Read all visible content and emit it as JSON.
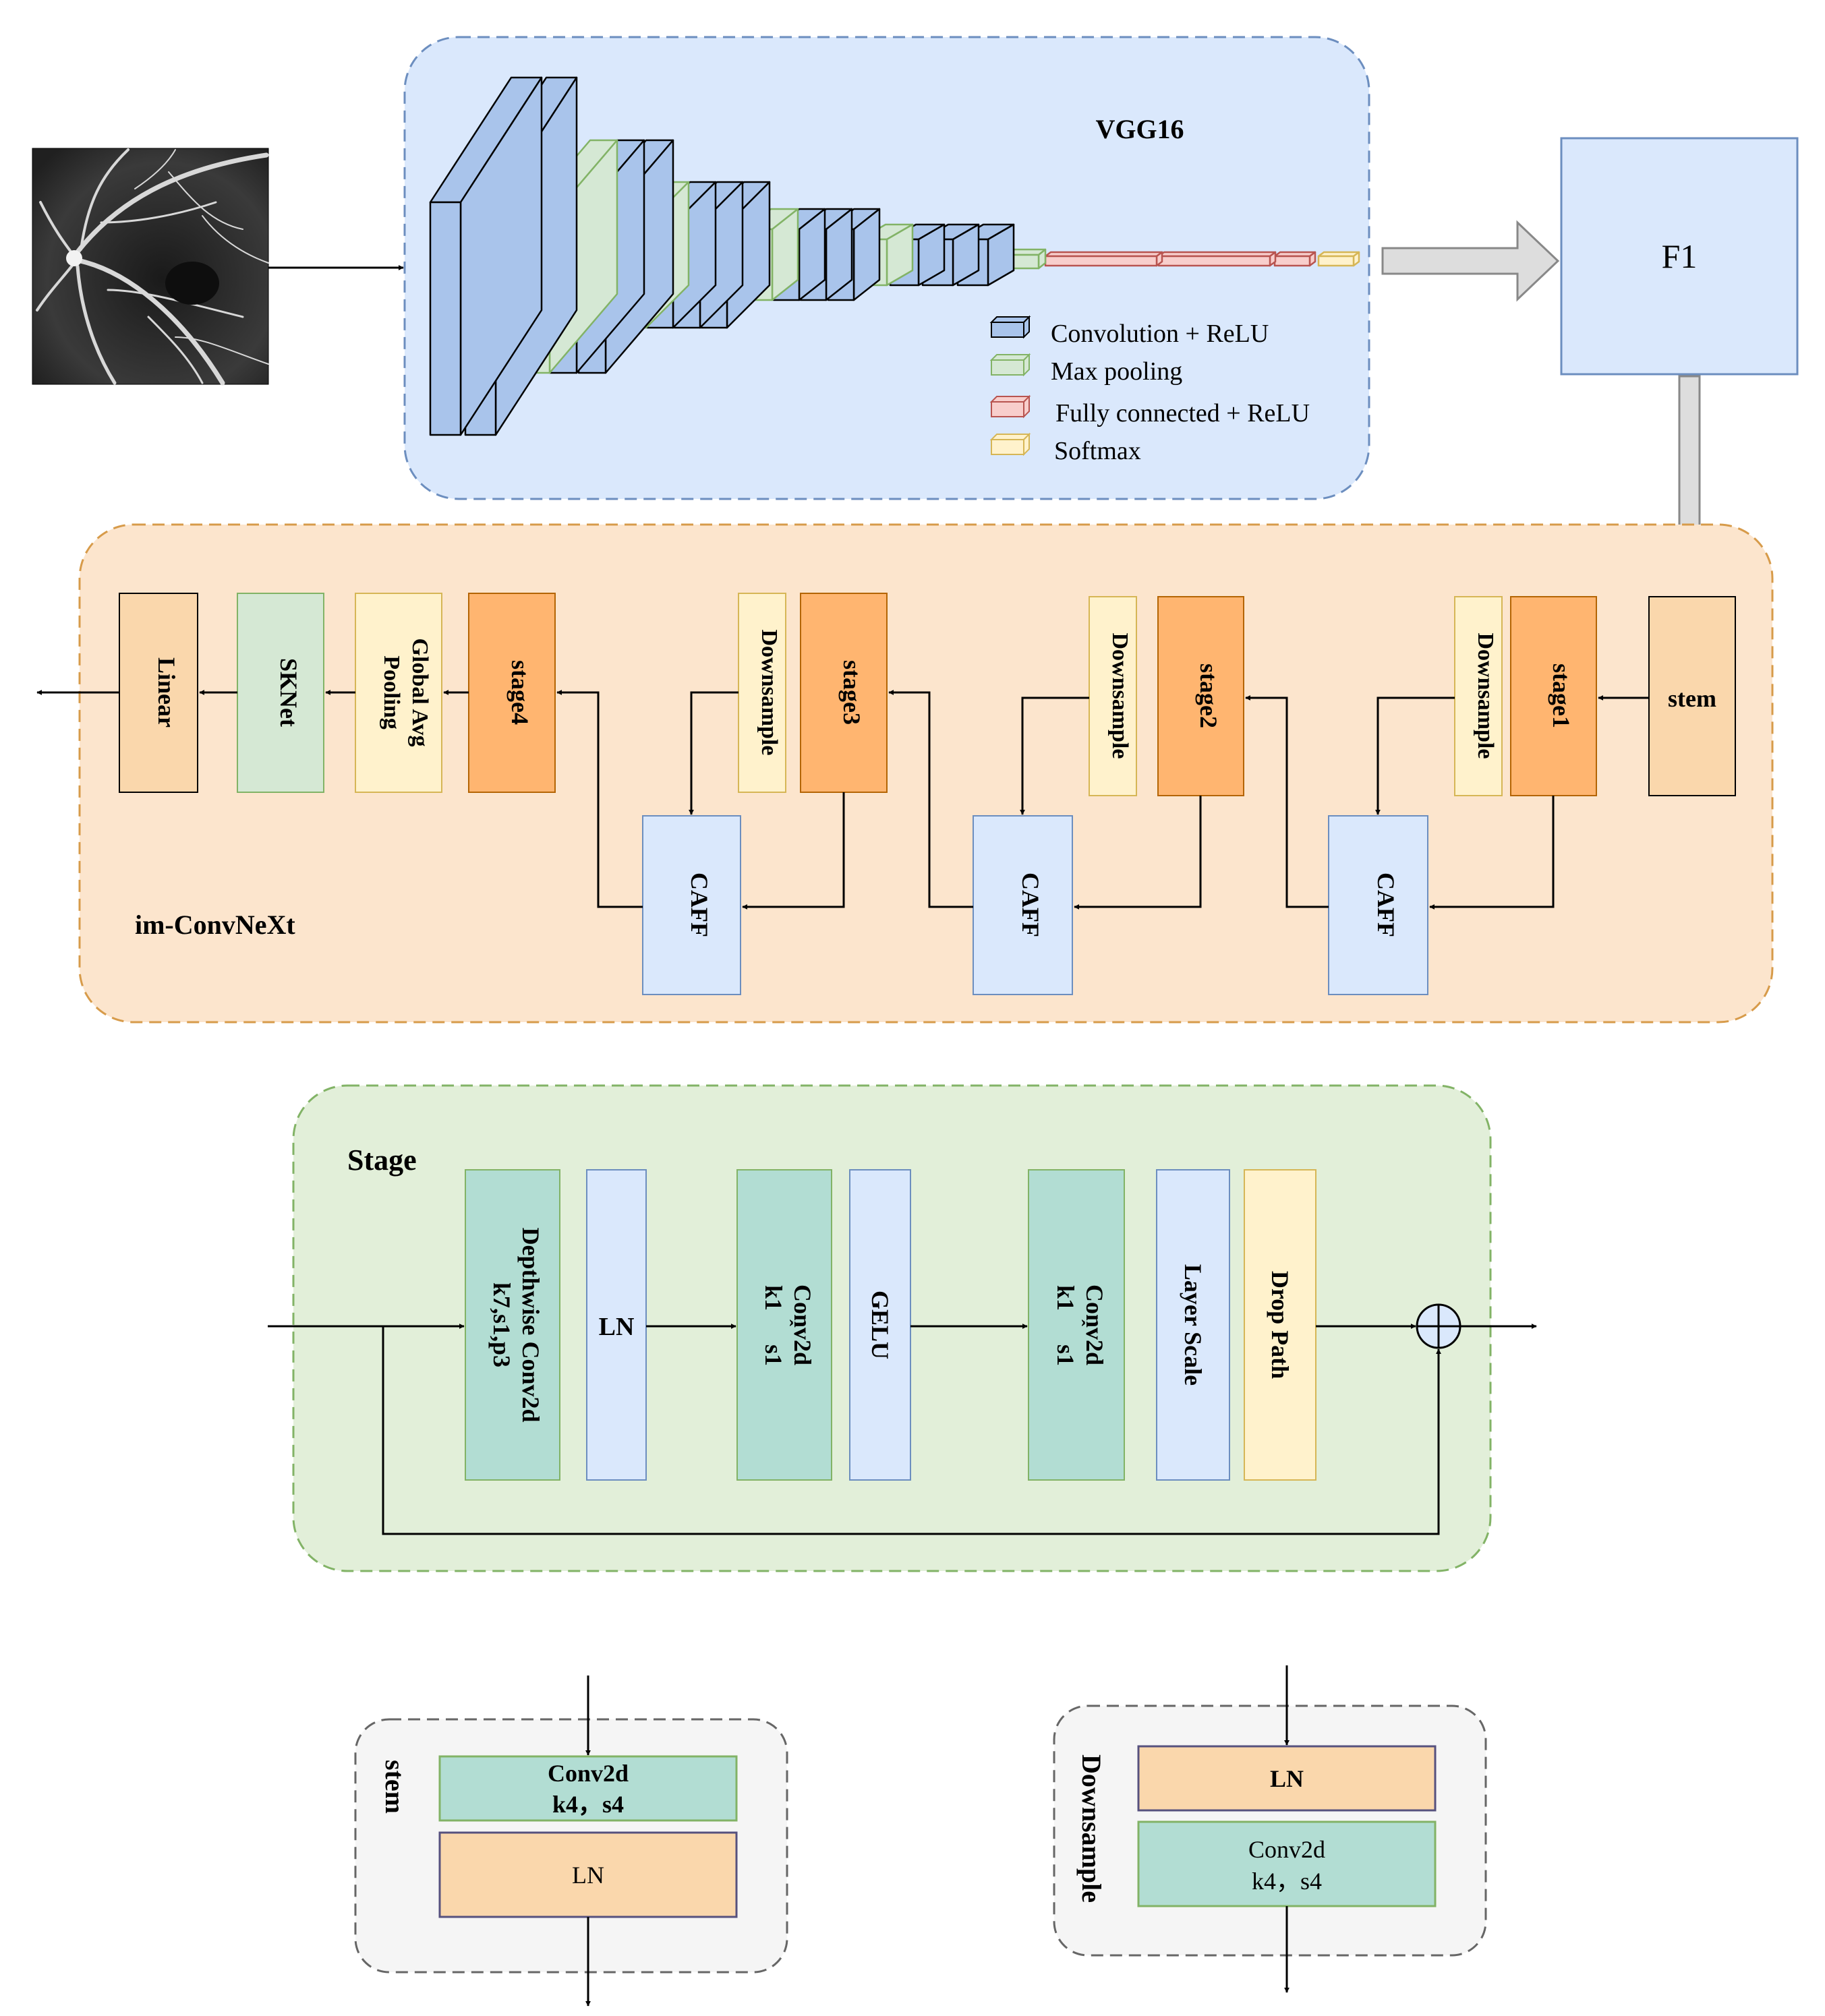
{
  "vgg": {
    "title": "VGG16",
    "legend": [
      {
        "label": "Convolution + ReLU",
        "color": "#A9C4EB",
        "border": "#000000"
      },
      {
        "label": "Max pooling",
        "color": "#D5E8D4",
        "border": "#82B366"
      },
      {
        "label": "Fully connected + ReLU",
        "color": "#F8CECC",
        "border": "#B85450"
      },
      {
        "label": "Softmax",
        "color": "#FFF2CC",
        "border": "#D6B656"
      }
    ]
  },
  "f1": {
    "label": "F1"
  },
  "convnext": {
    "title": "im-ConvNeXt",
    "stem": "stem",
    "stages": [
      "stage1",
      "stage2",
      "stage3",
      "stage4"
    ],
    "downsample": "Downsample",
    "caff": "CAFF",
    "pooling": [
      "Global Avg",
      "Pooling"
    ],
    "sknet": "SKNet",
    "linear": "Linear"
  },
  "stage": {
    "title": "Stage",
    "depthwise": [
      "Depthwise Conv2d",
      "k7,s1,p3"
    ],
    "ln": "LN",
    "conv1": [
      "Conv2d",
      "k1",
      "s1"
    ],
    "gelu": "GELU",
    "conv2": [
      "Conv2d",
      "k1",
      "s1"
    ],
    "layer_scale": "Layer Scale",
    "drop_path": "Drop Path"
  },
  "stem_detail": {
    "title": "stem",
    "conv": [
      "Conv2d",
      "k4，s4"
    ],
    "ln": "LN"
  },
  "downsample_detail": {
    "title": "Downsample",
    "ln": "LN",
    "conv": [
      "Conv2d",
      "k4，s4"
    ]
  }
}
